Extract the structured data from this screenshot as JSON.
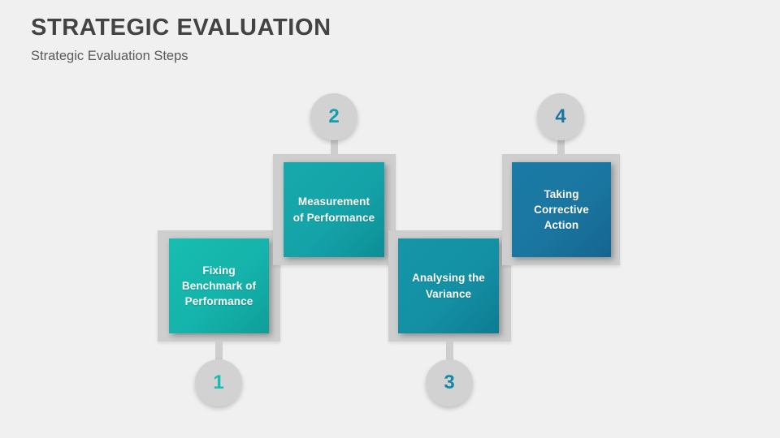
{
  "header": {
    "title": "STRATEGIC EVALUATION",
    "subtitle": "Strategic Evaluation Steps"
  },
  "diagram": {
    "type": "staircase-process",
    "background_color": "#f0f0f0",
    "frame_color": "#cecece",
    "bubble_color": "#d2d2d2",
    "steps": [
      {
        "number": "1",
        "label": "Fixing\nBenchmark of\nPerformance",
        "line1": "Fixing",
        "line2": "Benchmark of",
        "line3": "Performance",
        "color": "#15b3ab",
        "number_color": "#18bcb0",
        "row": "low",
        "bubble_position": "below"
      },
      {
        "number": "2",
        "label": "Measurement\nof Performance",
        "line1": "Measurement",
        "line2": "of Performance",
        "line3": "",
        "color": "#14a3a8",
        "number_color": "#10a0ad",
        "row": "high",
        "bubble_position": "above"
      },
      {
        "number": "3",
        "label": "Analysing the\nVariance",
        "line1": "Analysing the",
        "line2": "Variance",
        "line3": "",
        "color": "#1490a4",
        "number_color": "#1289a5",
        "row": "low",
        "bubble_position": "below"
      },
      {
        "number": "4",
        "label": "Taking\nCorrective\nAction",
        "line1": "Taking",
        "line2": "Corrective",
        "line3": "Action",
        "color": "#1a76a0",
        "number_color": "#1b75a1",
        "row": "high",
        "bubble_position": "above"
      }
    ]
  }
}
